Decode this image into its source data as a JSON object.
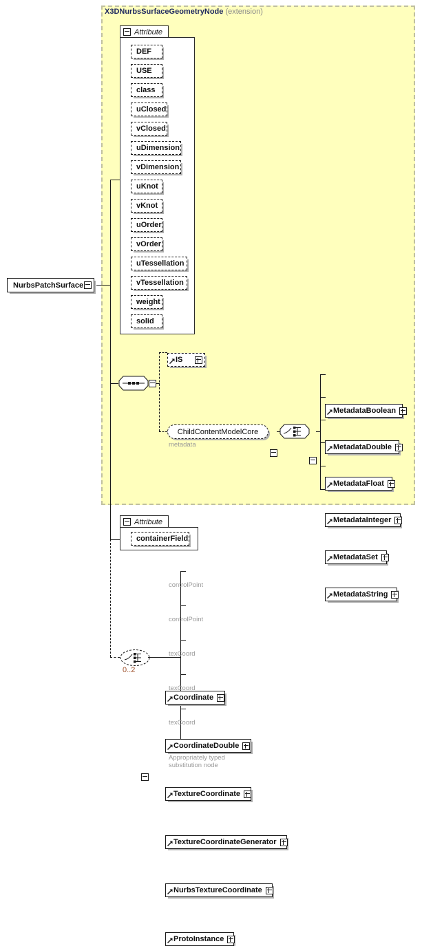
{
  "diagram": {
    "root_element": "NurbsPatchSurface",
    "extension": {
      "title": "X3DNurbsSurfaceGeometryNode",
      "suffix": "(extension)"
    },
    "attribute_group_label": "Attribute",
    "attributes_primary": [
      "DEF",
      "USE",
      "class",
      "uClosed",
      "vClosed",
      "uDimension",
      "vDimension",
      "uKnot",
      "vKnot",
      "uOrder",
      "vOrder",
      "uTessellation",
      "vTessellation",
      "weight",
      "solid"
    ],
    "attributes_secondary": [
      "containerField"
    ],
    "is_element": "IS",
    "group_ref": {
      "name": "ChildContentModelCore",
      "caption": "metadata"
    },
    "metadata_children": [
      "MetadataBoolean",
      "MetadataDouble",
      "MetadataFloat",
      "MetadataInteger",
      "MetadataSet",
      "MetadataString"
    ],
    "choice_occurrence": "0..2",
    "child_elements": [
      {
        "name": "Coordinate",
        "caption": "controlPoint"
      },
      {
        "name": "CoordinateDouble",
        "caption": "controlPoint"
      },
      {
        "name": "TextureCoordinate",
        "caption": "texCoord"
      },
      {
        "name": "TextureCoordinateGenerator",
        "caption": "texCoord"
      },
      {
        "name": "NurbsTextureCoordinate",
        "caption": "texCoord"
      },
      {
        "name": "ProtoInstance",
        "caption": "Appropriately typed\nsubstitution node"
      }
    ],
    "icons": {
      "expand": "plus-square-icon",
      "collapse": "minus-square-icon",
      "sequence": "sequence-compositor-icon",
      "choice": "choice-compositor-icon",
      "reference": "element-reference-arrow-icon"
    },
    "colors": {
      "extension_background": "#ffffbd",
      "extension_border": "#c0c0a0",
      "title": "#1f2a60",
      "caption": "#9a9a9a",
      "occurrence": "#a0522d",
      "line": "#1a1a1a",
      "shadow": "#b0b0b0"
    }
  }
}
